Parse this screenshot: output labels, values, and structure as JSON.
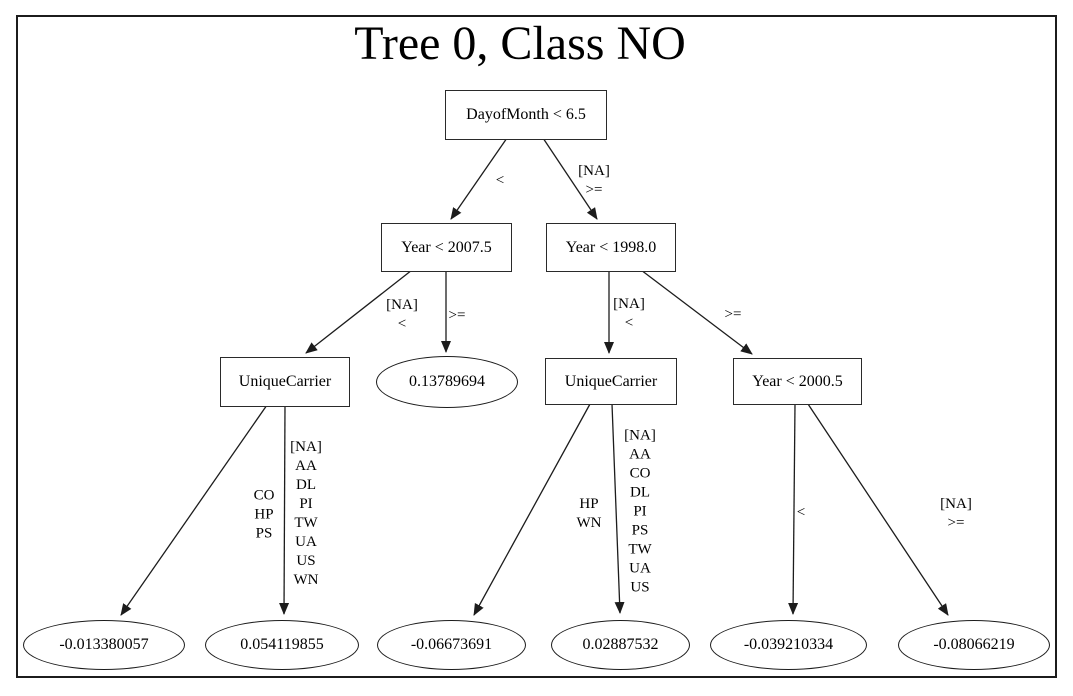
{
  "title": "Tree 0, Class NO",
  "nodes": {
    "root": {
      "label": "DayofMonth < 6.5",
      "type": "split"
    },
    "l": {
      "label": "Year < 2007.5",
      "type": "split"
    },
    "r": {
      "label": "Year < 1998.0",
      "type": "split"
    },
    "ll": {
      "label": "UniqueCarrier",
      "type": "split"
    },
    "lr": {
      "label": "0.13789694",
      "type": "leaf"
    },
    "rl": {
      "label": "UniqueCarrier",
      "type": "split"
    },
    "rr": {
      "label": "Year < 2000.5",
      "type": "split"
    },
    "leaf1": {
      "label": "-0.013380057",
      "type": "leaf"
    },
    "leaf2": {
      "label": "0.054119855",
      "type": "leaf"
    },
    "leaf3": {
      "label": "-0.06673691",
      "type": "leaf"
    },
    "leaf4": {
      "label": "0.02887532",
      "type": "leaf"
    },
    "leaf5": {
      "label": "-0.039210334",
      "type": "leaf"
    },
    "leaf6": {
      "label": "-0.08066219",
      "type": "leaf"
    }
  },
  "edges": {
    "root_l": {
      "from": "root",
      "to": "l",
      "label": "<"
    },
    "root_r": {
      "from": "root",
      "to": "r",
      "label": "[NA]\n>="
    },
    "l_ll": {
      "from": "l",
      "to": "ll",
      "label": "[NA]\n<"
    },
    "l_lr": {
      "from": "l",
      "to": "lr",
      "label": ">="
    },
    "r_rl": {
      "from": "r",
      "to": "rl",
      "label": "[NA]\n<"
    },
    "r_rr": {
      "from": "r",
      "to": "rr",
      "label": ">="
    },
    "ll_leaf1": {
      "from": "ll",
      "to": "leaf1",
      "label": "CO\nHP\nPS"
    },
    "ll_leaf2": {
      "from": "ll",
      "to": "leaf2",
      "label": "[NA]\nAA\nDL\nPI\nTW\nUA\nUS\nWN"
    },
    "rl_leaf3": {
      "from": "rl",
      "to": "leaf3",
      "label": "HP\nWN"
    },
    "rl_leaf4": {
      "from": "rl",
      "to": "leaf4",
      "label": "[NA]\nAA\nCO\nDL\nPI\nPS\nTW\nUA\nUS"
    },
    "rr_leaf5": {
      "from": "rr",
      "to": "leaf5",
      "label": "<"
    },
    "rr_leaf6": {
      "from": "rr",
      "to": "leaf6",
      "label": "[NA]\n>="
    }
  },
  "colors": {
    "stroke": "#1c1c1c",
    "background": "#ffffff",
    "text": "#000000"
  }
}
